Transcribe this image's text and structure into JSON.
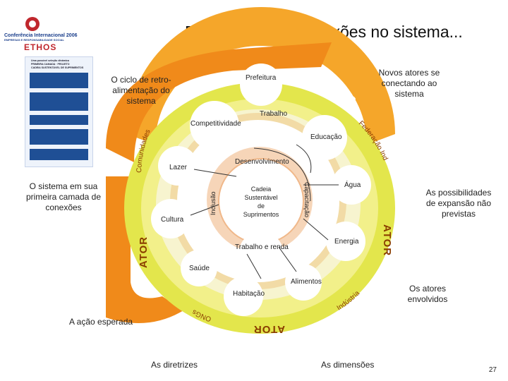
{
  "header": {
    "title": "Expandindo as conexões no sistema...",
    "logo": {
      "line1": "Conferência Internacional 2006",
      "line2": "EMPRESAS E RESPONSABILIDADE SOCIAL",
      "brand": "ETHOS"
    }
  },
  "document_thumb": {
    "heading": [
      "Uma possível seleção dinâmica",
      "PRIMEIRA CAMADA · PROJETO",
      "CADEIA SUSTENTÁVEL DE SUPRIMENTOS"
    ]
  },
  "notes": {
    "feedback": "O ciclo de retro-\nalimentação do\nsistema",
    "new_actors": "Novos atores se\nconectando ao\nsistema",
    "first_layer": "O sistema em sua\nprimeira camada de\nconexões",
    "expansion": "As possibilidades\nde expansão não\nprevistas",
    "actors_involved": "Os atores\nenvolvidos",
    "expected_action": "A ação esperada"
  },
  "footer": {
    "guidelines": "As diretrizes",
    "dimensions": "As dimensões"
  },
  "page_number": "27",
  "diagram": {
    "outer_labels": {
      "ator_top_left": "ATOR",
      "ator_top_right": "ATOR",
      "ator_right": "ATOR",
      "ator_left": "ATOR",
      "ator_bottom": "ATOR",
      "comunidades": "Comunidades",
      "federacao": "Federação Ind",
      "industria": "Indústria",
      "ongs": "ONGs"
    },
    "dimensions": {
      "prefeitura": "Prefeitura",
      "trabalho": "Trabalho",
      "competitividade": "Competitividade",
      "educacao": "Educação",
      "desenvolvimento": "Desenvolvimento",
      "lazer": "Lazer",
      "agua": "Água",
      "cultura": "Cultura",
      "energia": "Energia",
      "trabalho_renda": "Trabalho e renda",
      "saude": "Saúde",
      "alimentos": "Alimentos",
      "habitacao": "Habitação",
      "inclusao": "Inclusão",
      "capacitacao": "Capacitação"
    },
    "center": "Cadeia\nSustentável\nde\nSuprimentos"
  },
  "colors": {
    "outer_ring": "#f5a62a",
    "yellow_ring": "#e3e64c",
    "light_ring": "#f2f08a",
    "inner_ring": "#eef3c7",
    "core_ring": "#f6d5b8",
    "arrow": "#f08a1a",
    "doc_blue": "#1f4f95"
  }
}
